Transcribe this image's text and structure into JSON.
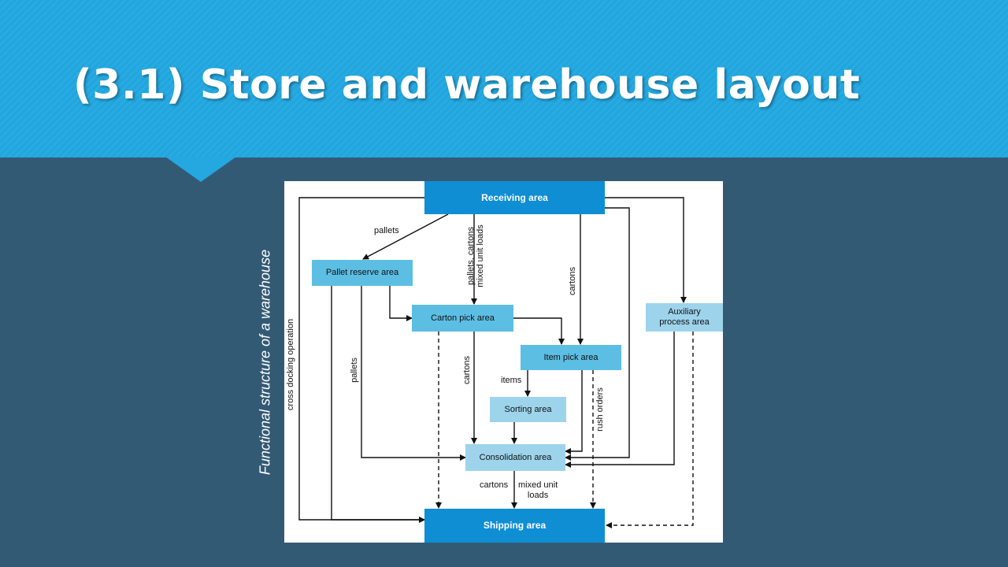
{
  "slide": {
    "title": "(3.1) Store and warehouse layout",
    "side_caption": "Functional structure of a warehouse"
  },
  "colors": {
    "header": "#25a7df",
    "background": "#335a75",
    "box_dark": "#0f8ed3",
    "box_mid": "#5dbee4",
    "box_light": "#9dd4ec"
  },
  "diagram": {
    "nodes": {
      "receiving": "Receiving area",
      "pallet_reserve": "Pallet reserve area",
      "carton_pick": "Carton pick area",
      "item_pick": "Item pick area",
      "auxiliary": "Auxiliary\nprocess area",
      "sorting": "Sorting area",
      "consolidation": "Consolidation area",
      "shipping": "Shipping area"
    },
    "edge_labels": {
      "pallets_top": "pallets",
      "pallets_cartons_mixed": "pallets, cartons\nmixed unit loads",
      "cartons_right": "cartons",
      "cross_docking": "cross docking operation",
      "pallets_left": "pallets",
      "cartons_mid": "cartons",
      "items": "items",
      "rush_orders": "rush orders",
      "cartons_bottom": "cartons",
      "mixed_unit_loads": "mixed unit\nloads"
    }
  }
}
